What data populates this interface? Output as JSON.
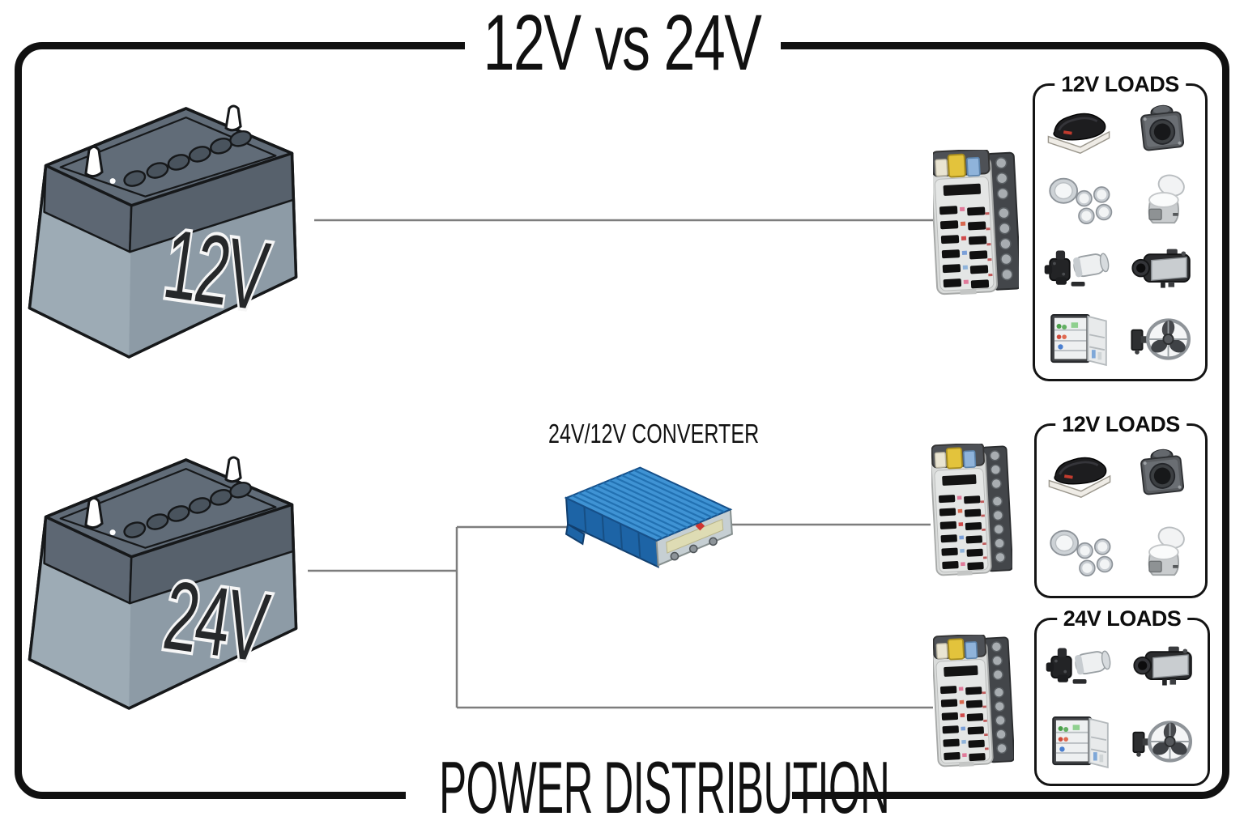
{
  "page": {
    "top_title": "12V vs 24V",
    "bottom_title": "POWER DISTRIBUTION"
  },
  "batteries": [
    {
      "label": "12V"
    },
    {
      "label": "24V"
    }
  ],
  "converter": {
    "label": "24V/12V CONVERTER"
  },
  "fuse_blocks": [
    {
      "name": "12v-battery-fuse-block"
    },
    {
      "name": "converter-12v-fuse-block"
    },
    {
      "name": "24v-fuse-block"
    }
  ],
  "load_panels": [
    {
      "title": "12V LOADS",
      "items": [
        "roof-vent-fan",
        "12v-power-outlet",
        "led-puck-lights",
        "portable-toilet",
        "water-pump",
        "diesel-air-heater",
        "compressor-fridge",
        "gimbal-cabin-fan"
      ]
    },
    {
      "title": "12V LOADS",
      "items": [
        "roof-vent-fan",
        "12v-power-outlet",
        "led-puck-lights",
        "portable-toilet"
      ]
    },
    {
      "title": "24V LOADS",
      "items": [
        "water-pump",
        "diesel-air-heater",
        "compressor-fridge",
        "gimbal-cabin-fan"
      ]
    }
  ],
  "colors": {
    "frame": "#111111",
    "wire": "#7d7d7d",
    "battery_body": "#93a1ab",
    "battery_top": "#5d6773",
    "converter_blue": "#2f86c8",
    "fuse_yellow": "#e3c33c",
    "text": "#111111"
  }
}
